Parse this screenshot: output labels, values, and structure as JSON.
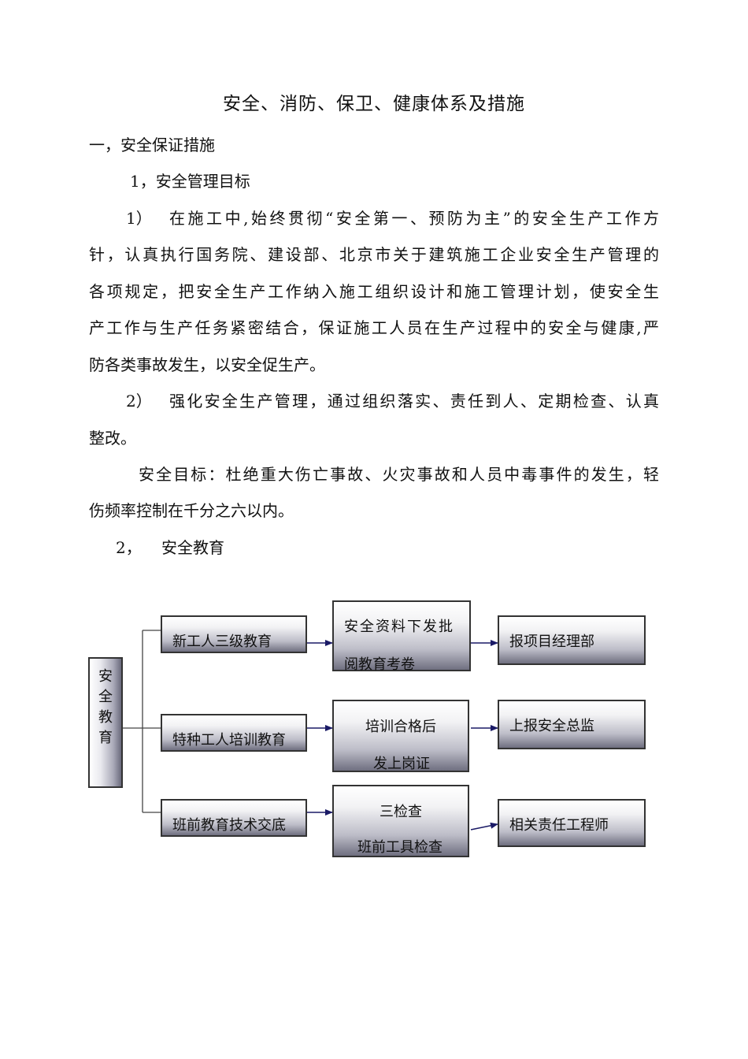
{
  "title": "安全、消防、保卫、健康体系及措施",
  "section1": "一，安全保证措施",
  "sub1": "1，安全管理目标",
  "item1": {
    "num": "1）",
    "lines": [
      "在施工中,始终贯彻“安全第一、预防为主”的安全生产工作方",
      "针，认真执行国务院、建设部、北京市关于建筑施工企业安全生产管理的",
      "各项规定，把安全生产工作纳入施工组织设计和施工管理计划，使安全生",
      "产工作与生产任务紧密结合，保证施工人员在生产过程中的安全与健康,严",
      "防各类事故发生，以安全促生产。"
    ]
  },
  "item2": {
    "num": "2）",
    "lines": [
      "强化安全生产管理，通过组织落实、责任到人、定期检查、认真",
      "整改。"
    ]
  },
  "goal": {
    "lines": [
      "安全目标：杜绝重大伤亡事故、火灾事故和人员中毒事件的发生，轻",
      "伤频率控制在千分之六以内。"
    ]
  },
  "sub2": {
    "num": "2，",
    "label": "安全教育"
  },
  "diagram": {
    "root": [
      "安",
      "全",
      "教",
      "育"
    ],
    "level1": [
      "新工人三级教育",
      "特种工人培训教育",
      "班前教育技术交底"
    ],
    "level2": [
      [
        "安全资料下发批",
        "阅教育考卷"
      ],
      [
        "培训合格后",
        "发上岗证"
      ],
      [
        "三检查",
        "班前工具检查"
      ]
    ],
    "level3": [
      "报项目经理部",
      "上报安全总监",
      "相关责任工程师"
    ]
  }
}
